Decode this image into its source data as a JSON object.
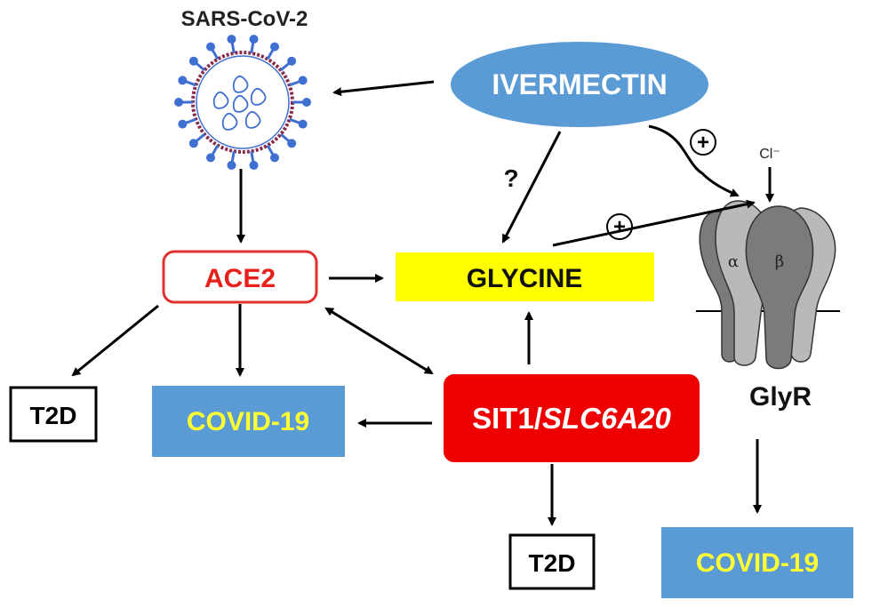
{
  "virus": {
    "label": "SARS-CoV-2"
  },
  "ivermectin": {
    "label": "IVERMECTIN"
  },
  "ace2": {
    "label": "ACE2"
  },
  "glycine": {
    "label": "GLYCINE"
  },
  "sit1": {
    "prefix": "SIT1/",
    "gene": "SLC6A20"
  },
  "covid_left": {
    "label": "COVID-19"
  },
  "covid_right": {
    "label": "COVID-19"
  },
  "t2d_left": {
    "label": "T2D"
  },
  "t2d_bottom": {
    "label": "T2D"
  },
  "glyr": {
    "label": "GlyR",
    "alpha": "α",
    "beta": "β",
    "chloride": "Cl⁻"
  },
  "annotations": {
    "question": "?",
    "plus_1": "+",
    "plus_2": "+"
  },
  "colors": {
    "ivermectin_fill": "#5b9bd5",
    "ace2_border": "#e03030",
    "ace2_text": "#e8201c",
    "glycine_fill": "#ffff00",
    "sit1_fill": "#ee0000",
    "covid_fill": "#5b9bd5",
    "covid_text": "#ffff33",
    "virus_spike": "#3f6fd1",
    "virus_body": "#8a2a4a",
    "receptor_dark": "#7b7b7b",
    "receptor_light": "#b9b9b9"
  }
}
